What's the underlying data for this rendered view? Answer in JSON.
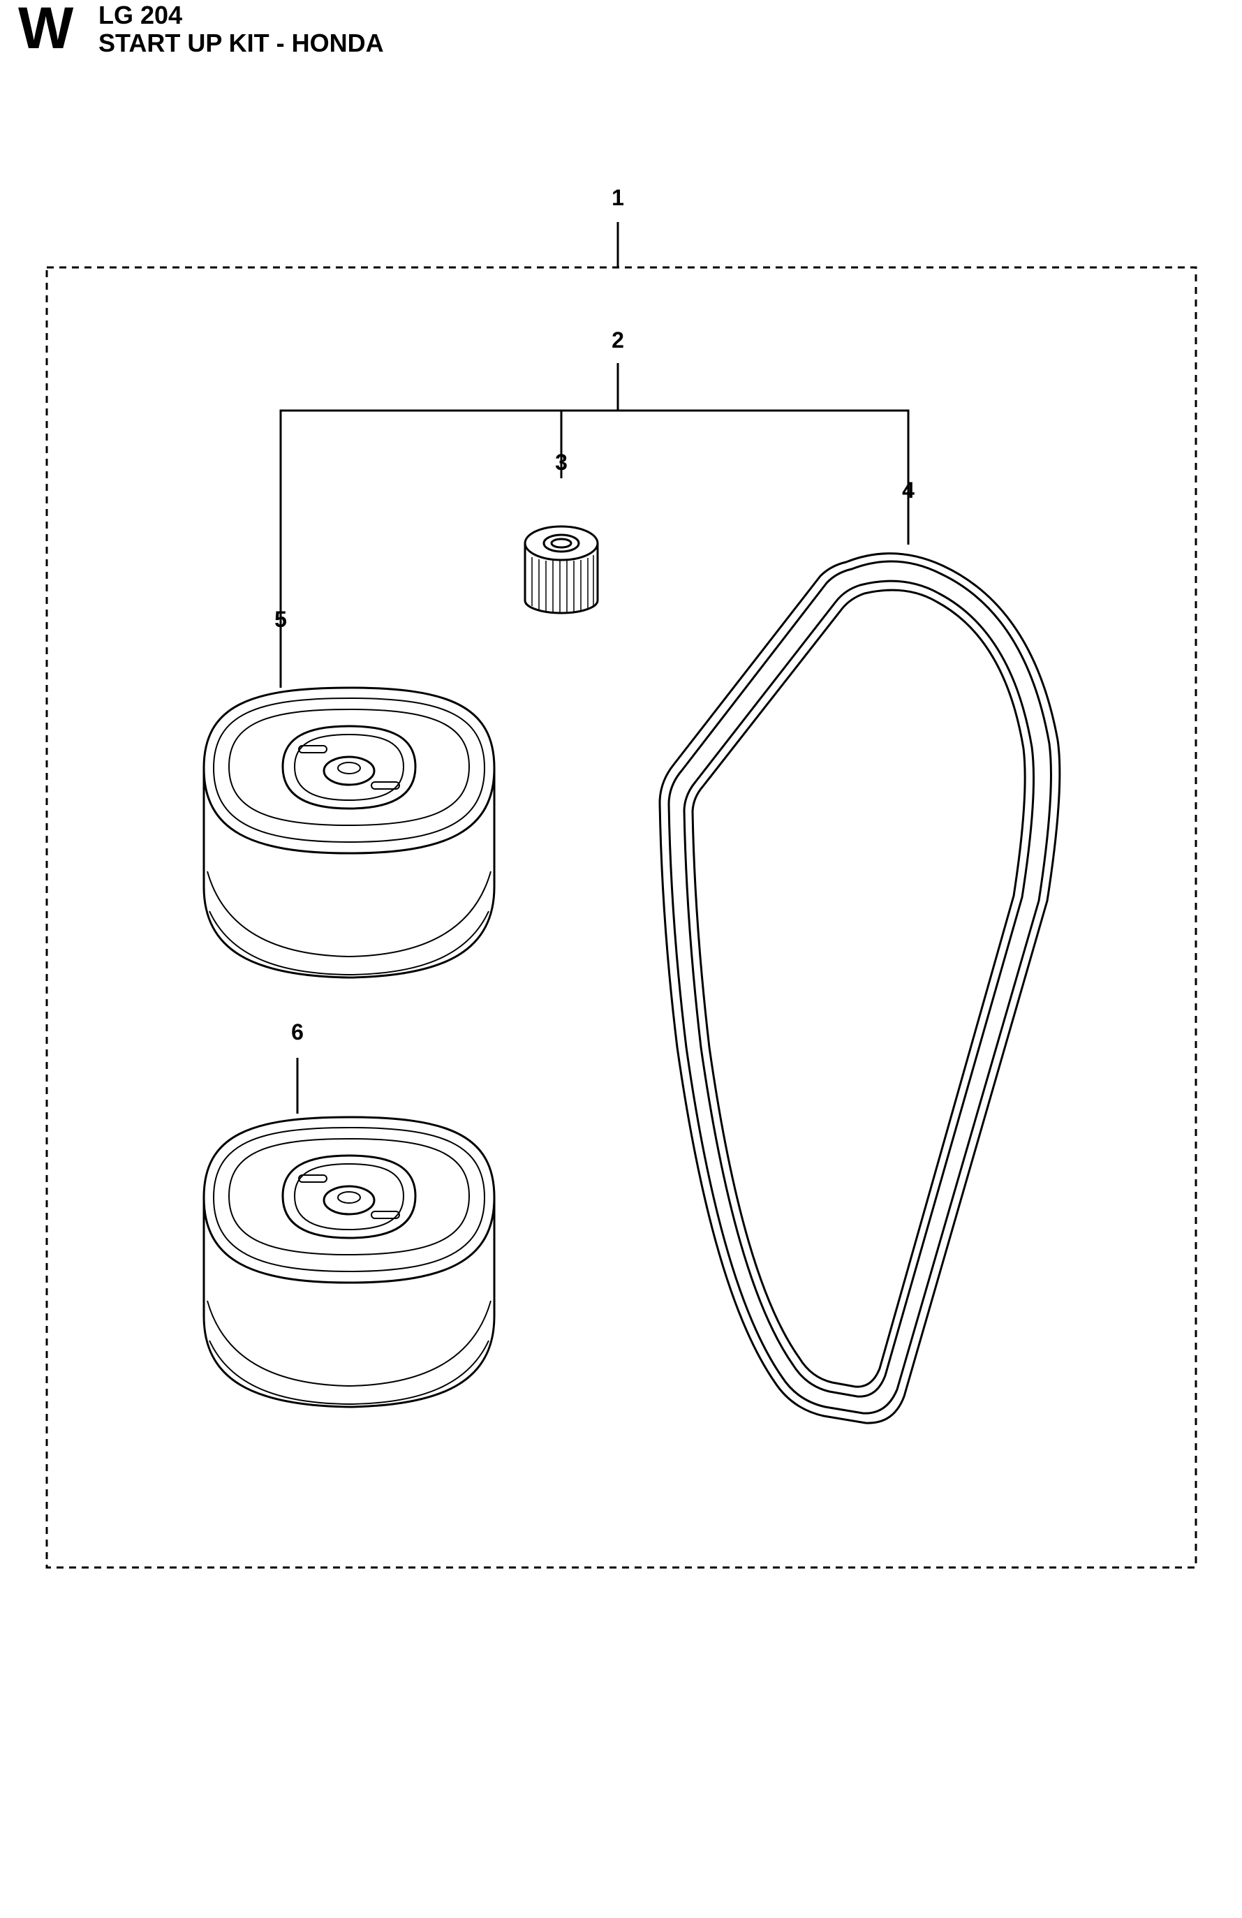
{
  "header": {
    "section_letter": "W",
    "model": "LG 204",
    "title": "START UP KIT - HONDA"
  },
  "callouts": {
    "kit": "1",
    "set": "2",
    "fuel_filter": "3",
    "belt": "4",
    "air_filter_upper": "5",
    "air_filter_lower": "6"
  }
}
